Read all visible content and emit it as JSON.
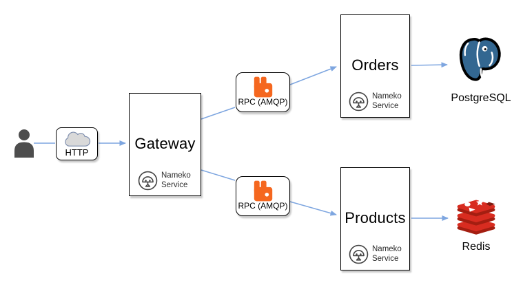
{
  "diagram": {
    "user": {
      "icon": "person-icon"
    },
    "http": {
      "label": "HTTP",
      "icon": "cloud-icon"
    },
    "gateway": {
      "title": "Gateway",
      "service_line1": "Nameko",
      "service_line2": "Service",
      "icon": "nameko-service-icon"
    },
    "rpc_top": {
      "label": "RPC (AMQP)",
      "icon": "rabbitmq-icon"
    },
    "rpc_bottom": {
      "label": "RPC (AMQP)",
      "icon": "rabbitmq-icon"
    },
    "orders": {
      "title": "Orders",
      "service_line1": "Nameko",
      "service_line2": "Service",
      "icon": "nameko-service-icon"
    },
    "products": {
      "title": "Products",
      "service_line1": "Nameko",
      "service_line2": "Service",
      "icon": "nameko-service-icon"
    },
    "postgresql": {
      "label": "PostgreSQL",
      "icon": "postgresql-icon"
    },
    "redis": {
      "label": "Redis",
      "icon": "redis-icon"
    },
    "colors": {
      "connector_blue": "#7ea6e0",
      "rabbitmq_orange": "#f5671f",
      "postgresql_blue": "#336791",
      "redis_red": "#d82c20",
      "redis_dark_red": "#a41e11",
      "person_gray": "#4d4d4d",
      "cloud_fill": "#d9d9d9",
      "box_border": "#000000",
      "background": "#ffffff"
    }
  }
}
